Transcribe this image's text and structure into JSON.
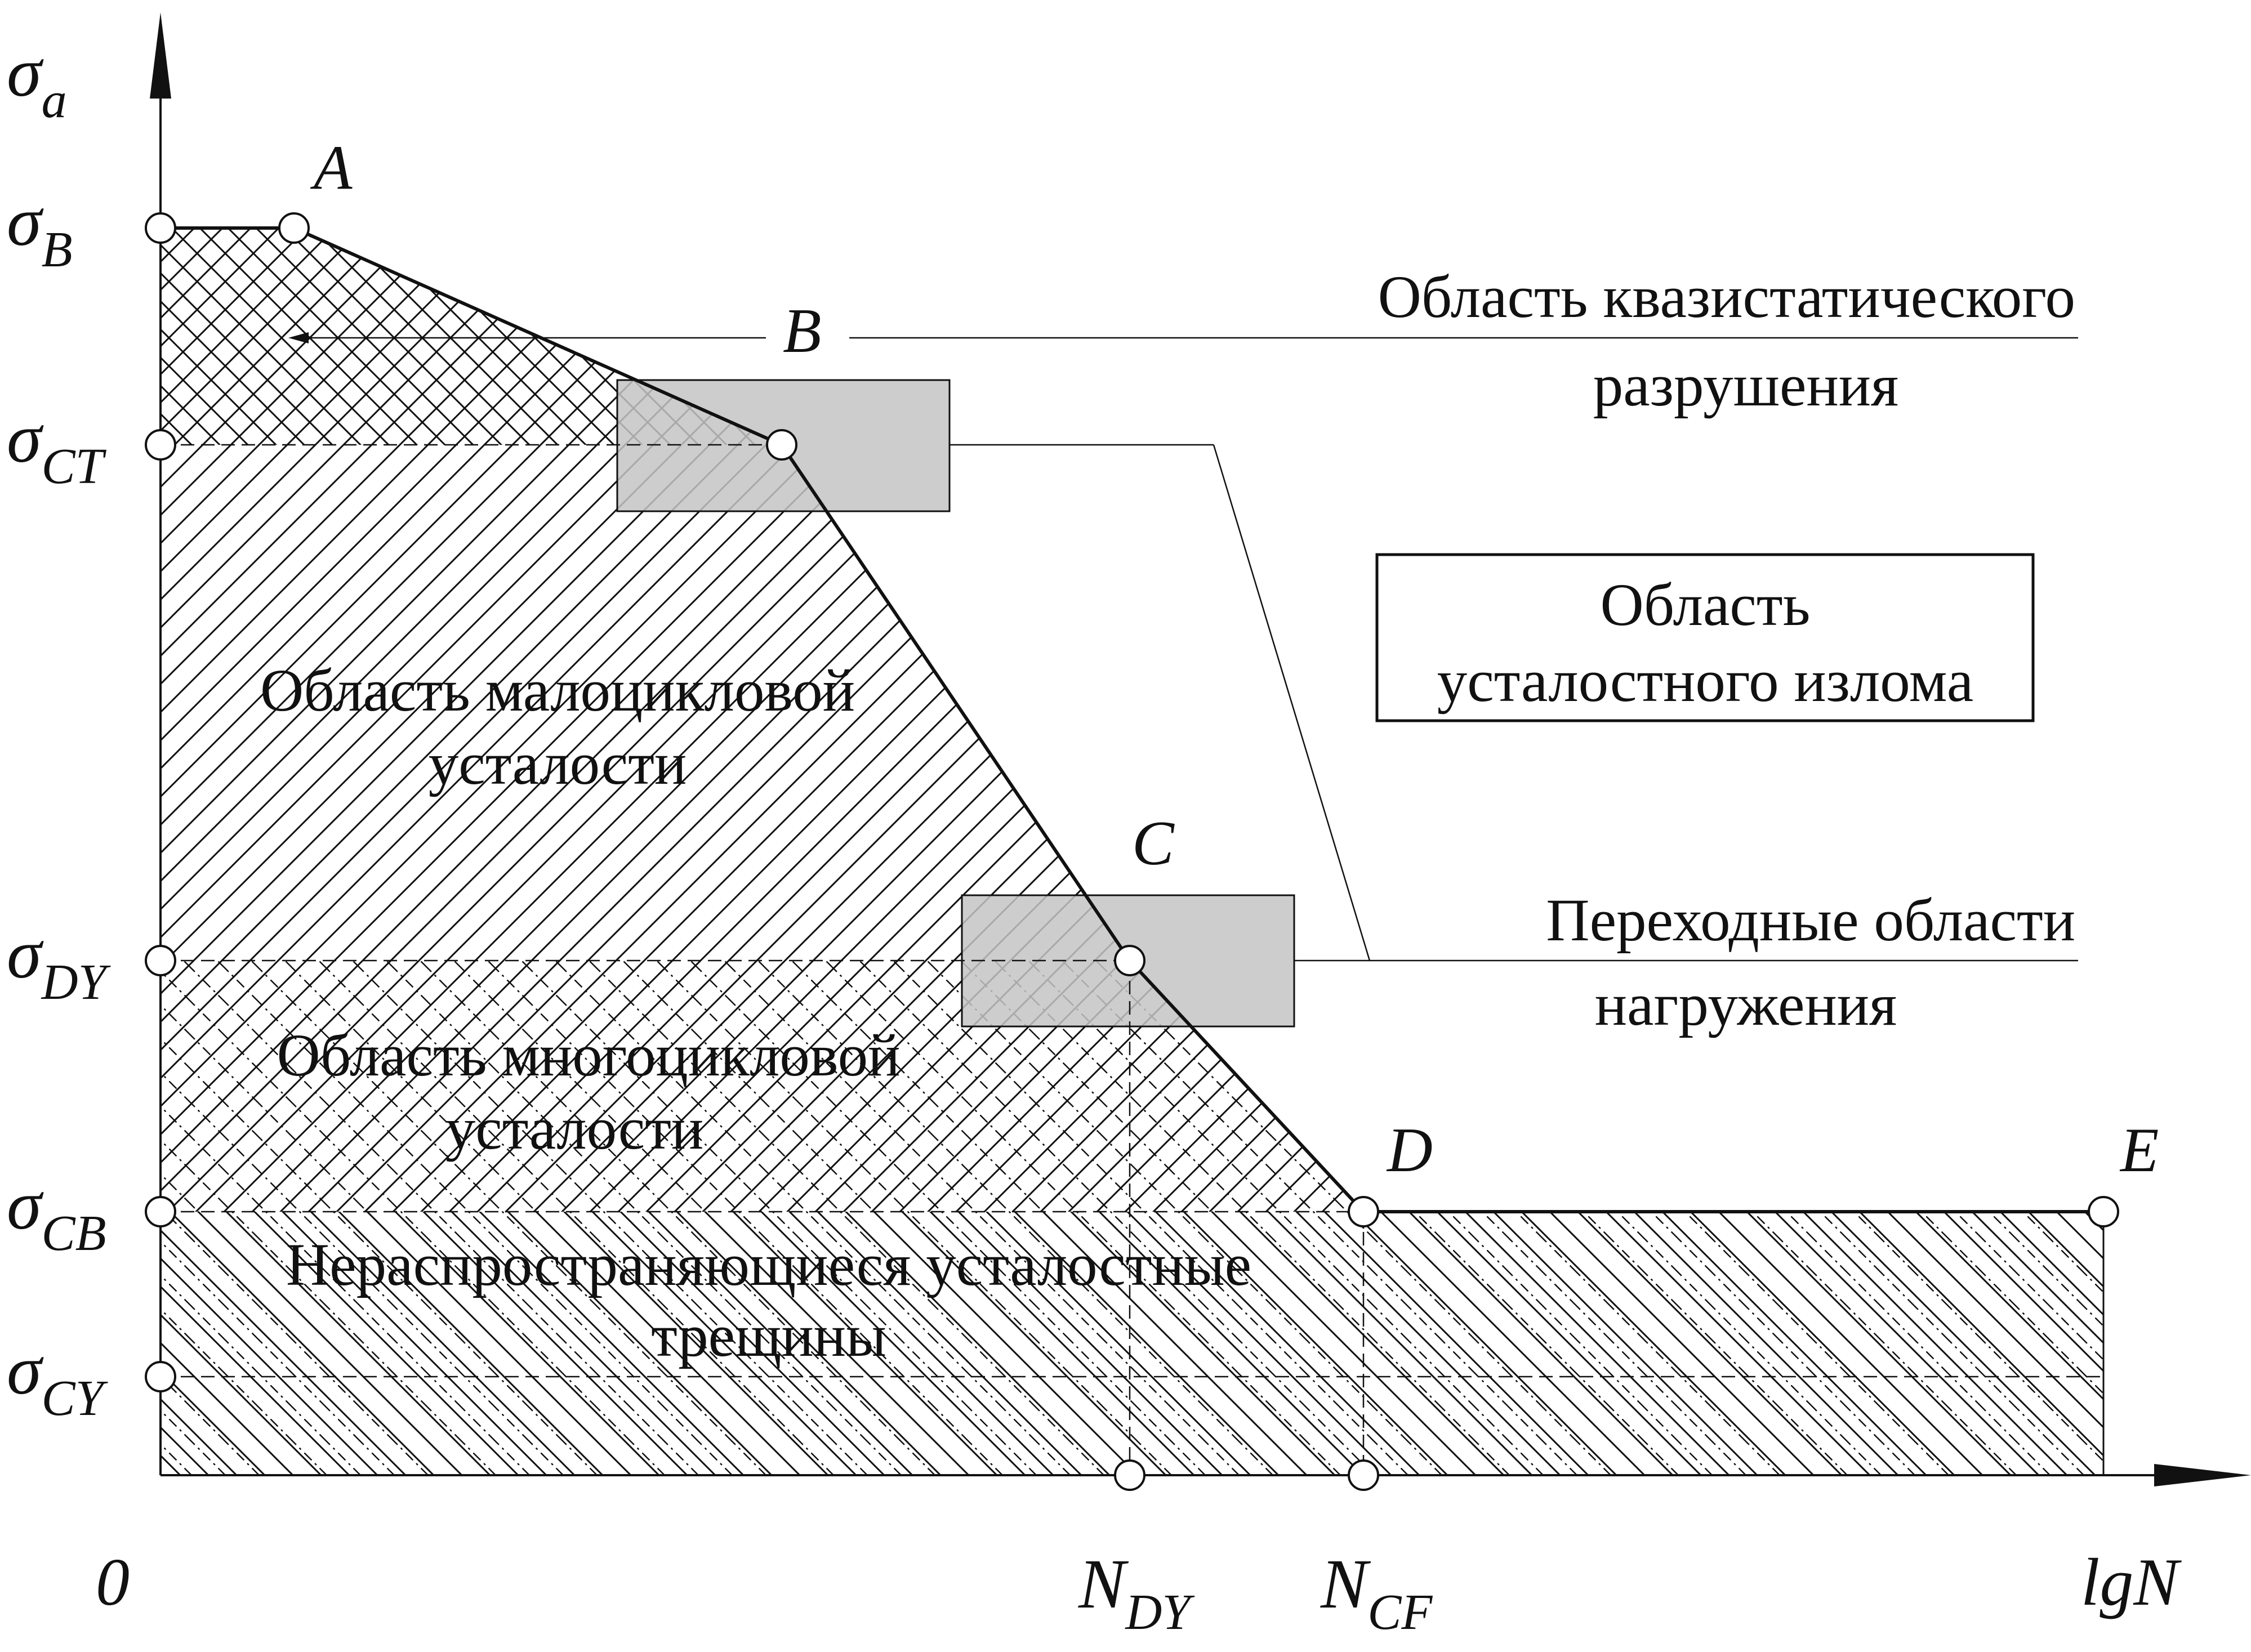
{
  "axes": {
    "y_symbol": "σ",
    "y_sub": "a",
    "x_label": "lgN",
    "origin": "0"
  },
  "y_levels": [
    {
      "symbol": "σ",
      "sub": "B"
    },
    {
      "symbol": "σ",
      "sub": "CT"
    },
    {
      "symbol": "σ",
      "sub": "DY"
    },
    {
      "symbol": "σ",
      "sub": "CB"
    },
    {
      "symbol": "σ",
      "sub": "CY"
    }
  ],
  "x_marks": [
    {
      "symbol": "N",
      "sub": "DY"
    },
    {
      "symbol": "N",
      "sub": "CF"
    }
  ],
  "points": [
    "A",
    "B",
    "C",
    "D",
    "E"
  ],
  "regions": {
    "quasistatic": [
      "Область квазистатического",
      "разрушения"
    ],
    "fatigue_fracture": [
      "Область",
      "усталостного излома"
    ],
    "transition": [
      "Переходные области",
      "нагружения"
    ],
    "low_cycle": [
      "Область малоцикловой",
      "усталости"
    ],
    "high_cycle": [
      "Область многоцикловой",
      "усталости"
    ],
    "non_propagating": [
      "Нераспространяющиеся усталостные",
      "трещины"
    ]
  },
  "colors": {
    "line": "#111111",
    "transition_box": "#c4c4c4",
    "background": "#ffffff"
  }
}
